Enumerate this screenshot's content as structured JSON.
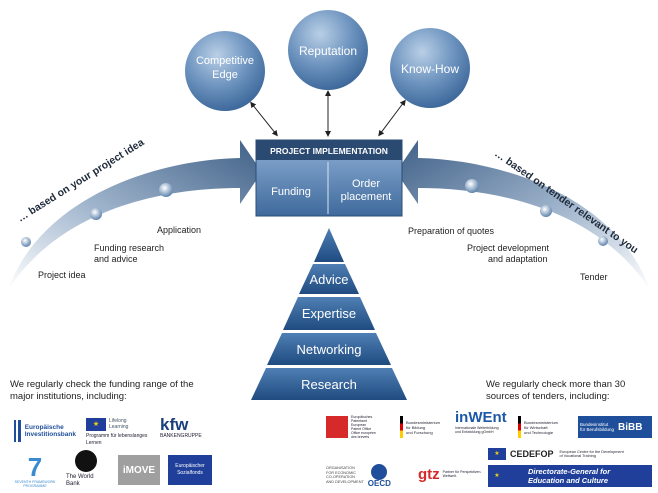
{
  "circles": [
    "Competitive Edge",
    "Reputation",
    "Know-How"
  ],
  "project_box": {
    "title": "PROJECT IMPLEMENTATION",
    "left": "Funding",
    "right_line1": "Order",
    "right_line2": "placement"
  },
  "left_arrow": {
    "caption": "… based on your project idea",
    "steps": [
      "Project idea",
      "Funding research",
      "and advice",
      "Application"
    ]
  },
  "right_arrow": {
    "caption": "… based on tender relevant to you",
    "steps": [
      "Tender",
      "Project development",
      "and adaptation",
      "Preparation of quotes"
    ]
  },
  "pyramid": [
    "Advice",
    "Expertise",
    "Networking",
    "Research"
  ],
  "left_note": [
    "We regularly check the funding range of the",
    "major institutions, including:"
  ],
  "right_note": [
    "We regularly check more than 30",
    "sources of tenders, including:"
  ],
  "logos_left": {
    "eib": [
      "Europäische",
      "Investitionsbank"
    ],
    "eu_prog": [
      "Programm für lebenslanges Lernen"
    ],
    "kfw": "kfw",
    "kfw_sub": "BANKENGRUPPE",
    "fp7": "SEVENTH FRAMEWORK PROGRAMME",
    "worldbank": "The World Bank",
    "imove": "iMOVE",
    "esf": [
      "Europäischer",
      "Sozialfonds"
    ]
  },
  "logos_right": {
    "epo": [
      "Europäisches",
      "Patentamt",
      "European",
      "Patent Office",
      "Office européen",
      "des brevets"
    ],
    "bmbf": [
      "Bundesministerium",
      "für Bildung",
      "und Forschung"
    ],
    "inwent": "inWEnt",
    "inwent_sub": [
      "Internationale Weiterbildung",
      "und Entwicklung gGmbH"
    ],
    "bmwi": [
      "Bundesministerium",
      "für Wirtschaft",
      "und Technologie"
    ],
    "bibb": [
      "Bundesinstitut",
      "für Berufsbildung"
    ],
    "bibb_mark": "BiBB",
    "cedefop": "CEDEFOP",
    "cedefop_sub": [
      "European Centre for the Development",
      "of Vocational Training"
    ],
    "oecd_org": [
      "ORGANISATION",
      "FOR ECONOMIC",
      "CO-OPERATION",
      "AND DEVELOPMENT"
    ],
    "oecd": "OECD",
    "gtz": "gtz",
    "gtz_sub": [
      "Partner für Perspektiven.",
      "Weltweit."
    ],
    "dg_eac": [
      "Directorate-General for",
      "Education and Culture"
    ]
  }
}
